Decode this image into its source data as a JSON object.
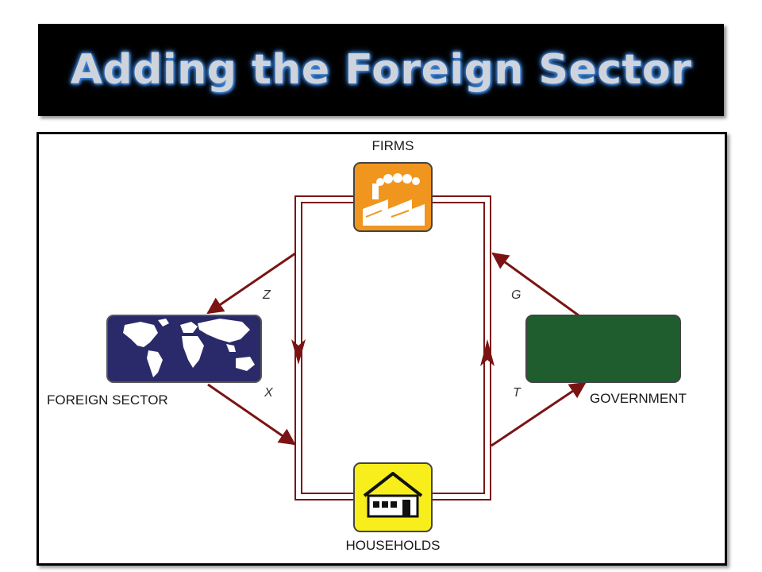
{
  "slide": {
    "title": "Adding the Foreign Sector"
  },
  "diagram": {
    "nodes": {
      "firms": {
        "label": "FIRMS",
        "icon": "factory-icon",
        "color": "#f0961e"
      },
      "households": {
        "label": "HOUSEHOLDS",
        "icon": "house-icon",
        "color": "#f7ee1c"
      },
      "foreign_sector": {
        "label": "FOREIGN SECTOR",
        "icon": "world-map-icon",
        "color": "#2a2a6a"
      },
      "government": {
        "label": "GOVERNMENT",
        "icon": "government-box",
        "color": "#1f5c2e"
      }
    },
    "flows": {
      "z": "Z",
      "x": "X",
      "g": "G",
      "t": "T"
    },
    "arrow_color": "#7a1414"
  }
}
